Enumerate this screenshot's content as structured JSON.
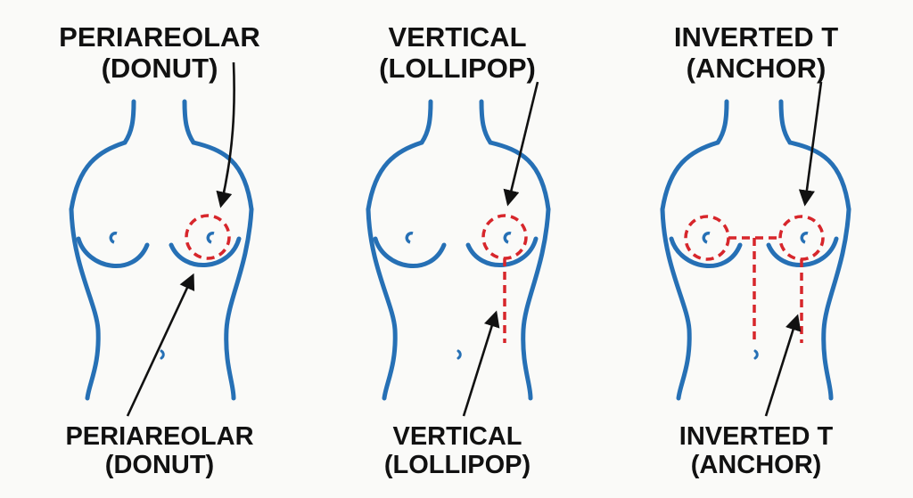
{
  "colors": {
    "body_outline": "#2670b5",
    "incision": "#d7262b",
    "arrow": "#111111",
    "text": "#111111",
    "background": "#fafaf8"
  },
  "panels": [
    {
      "top_label": {
        "line1": "PERIAREOLAR",
        "line2": "(DONUT)"
      },
      "bottom_label": {
        "line1": "PERIAREOLAR",
        "line2": "(DONUT)"
      }
    },
    {
      "top_label": {
        "line1": "VERTICAL",
        "line2": "(LOLLIPOP)"
      },
      "bottom_label": {
        "line1": "VERTICAL",
        "line2": "(LOLLIPOP)"
      }
    },
    {
      "top_label": {
        "line1": "INVERTED T",
        "line2": "(ANCHOR)"
      },
      "bottom_label": {
        "line1": "INVERTED T",
        "line2": "(ANCHOR)"
      }
    }
  ]
}
